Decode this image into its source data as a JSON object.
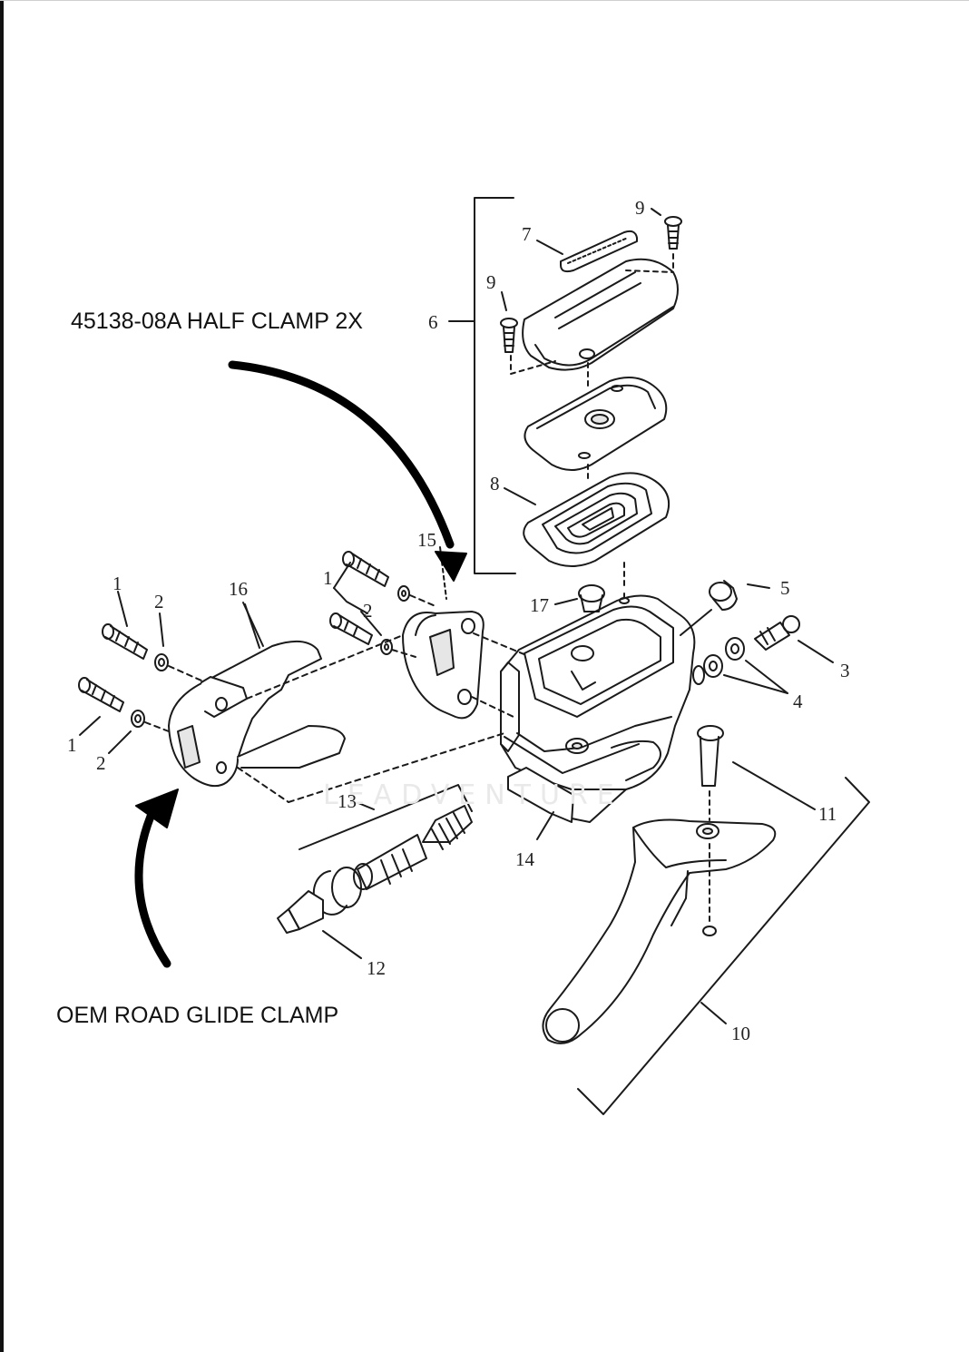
{
  "annotations": {
    "half_clamp_label": "45138-08A HALF CLAMP 2X",
    "oem_clamp_label": "OEM ROAD GLIDE CLAMP"
  },
  "watermark": "LEADVENTURE",
  "part_numbers": {
    "p1a": "1",
    "p1b": "1",
    "p1c": "1",
    "p2a": "2",
    "p2b": "2",
    "p2c": "2",
    "p3": "3",
    "p4": "4",
    "p5": "5",
    "p6": "6",
    "p7": "7",
    "p8": "8",
    "p9a": "9",
    "p9b": "9",
    "p10": "10",
    "p11": "11",
    "p12": "12",
    "p13": "13",
    "p14": "14",
    "p15": "15",
    "p16": "16",
    "p17": "17"
  },
  "colors": {
    "line": "#1a1a1a",
    "part_fill": "#ffffff",
    "shade": "#e6e6e6",
    "arrow": "#000000"
  }
}
